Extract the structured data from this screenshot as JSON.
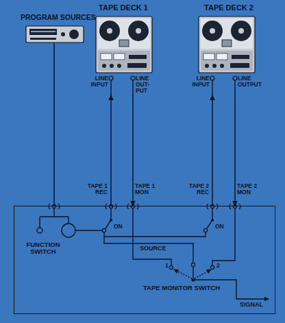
{
  "diagram": {
    "nodes": [
      {
        "text": [
          "PROGRAM SOURCES"
        ]
      },
      {
        "text": [
          "TAPE DECK 1",
          "LINE INPUT",
          "LINE OUT- PUT"
        ]
      },
      {
        "text": [
          "TAPE DECK 2",
          "LINE INPUT",
          "LINE OUTPUT"
        ]
      },
      {
        "text": [
          "TAPE 1 REC",
          "TAPE 1 MON",
          "TAPE 2 REC",
          "TAPE 2 MON"
        ]
      }
    ],
    "edges": [
      {
        "from": 0,
        "to": 3,
        "arrow": "none"
      },
      {
        "from": 3,
        "to": 1,
        "arrow": "to"
      },
      {
        "from": 1,
        "to": 3,
        "arrow": "to"
      },
      {
        "from": 3,
        "to": 2,
        "arrow": "to"
      },
      {
        "from": 2,
        "to": 3,
        "arrow": "to"
      }
    ],
    "labels": [
      "FUNCTION SWITCH",
      "ON",
      "ON",
      "SOURCE",
      "1",
      "2",
      "TAPE MONITOR SWITCH",
      "SIGNAL"
    ]
  }
}
